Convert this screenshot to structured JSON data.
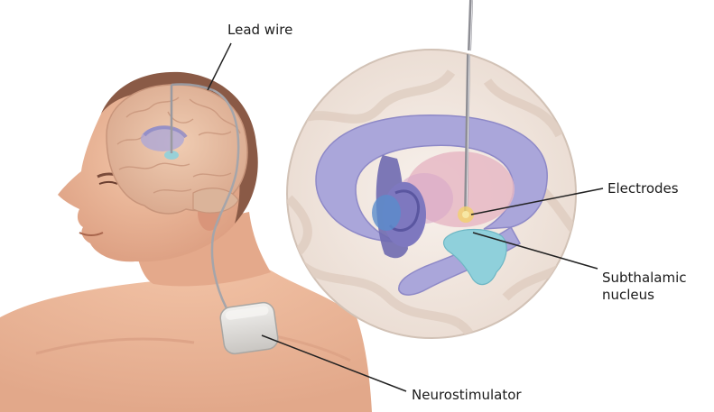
{
  "labels": {
    "lead_wire": "Lead wire",
    "electrodes": "Electrodes",
    "subthalamic_line1": "Subthalamic",
    "subthalamic_line2": "nucleus",
    "neurostimulator": "Neurostimulator"
  },
  "colors": {
    "skin": "#e9b394",
    "skin_shadow": "#c98b6a",
    "hair": "#8a5a46",
    "brain": "#e7c0a4",
    "brain_fold": "#c8957b",
    "inset_bg": "#f4ece6",
    "ventricle": "#aaa6da",
    "thalamus": "#e6b8c4",
    "stn": "#8fd0db",
    "electrode_glow": "#f2d16b",
    "device": "#dedcd8",
    "callout_line": "#222222"
  }
}
